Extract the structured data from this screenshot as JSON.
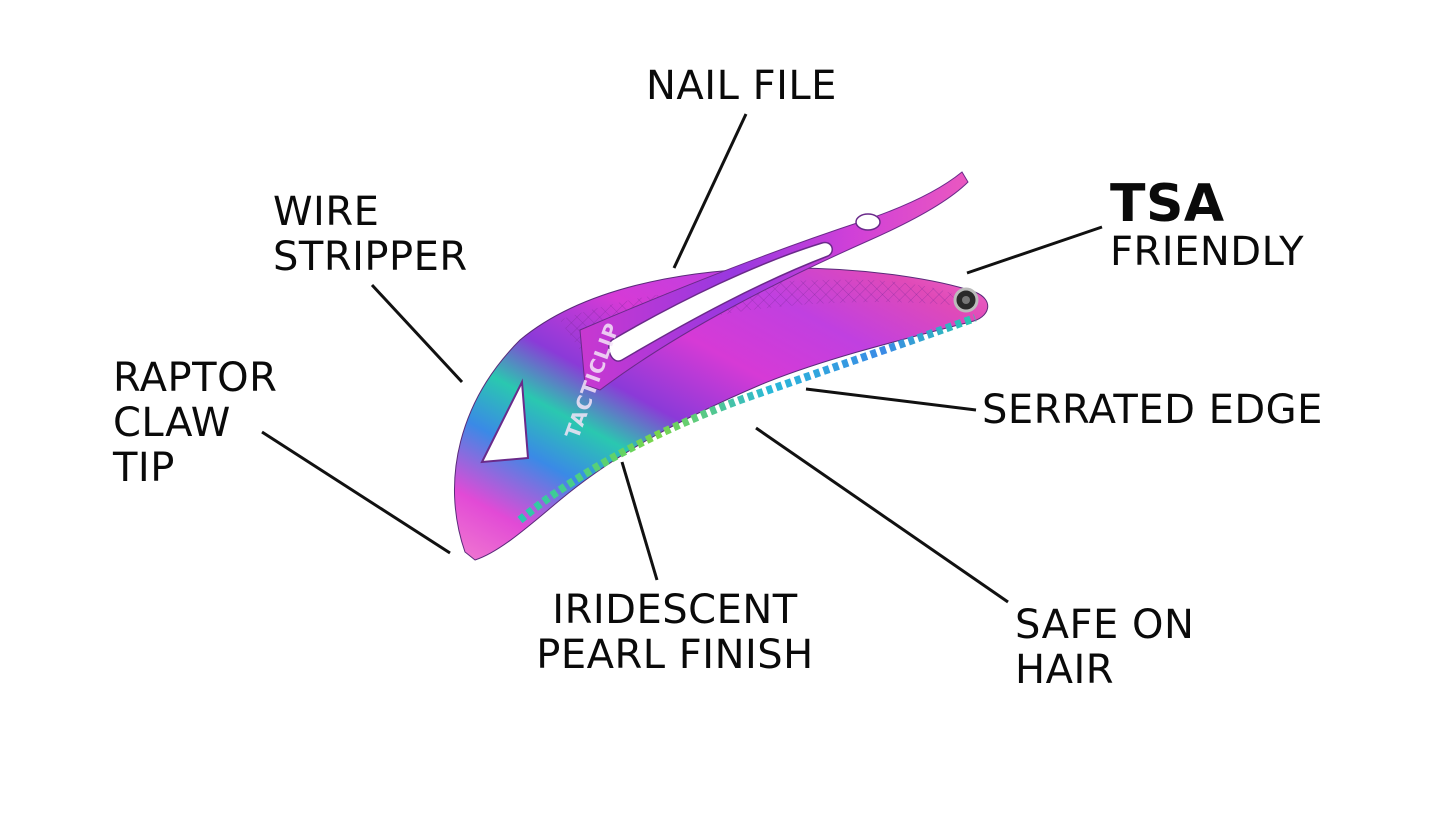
{
  "labels": {
    "nail_file": "NAIL FILE",
    "wire_stripper": [
      "WIRE",
      "STRIPPER"
    ],
    "raptor_claw_tip": [
      "RAPTOR",
      "CLAW",
      "TIP"
    ],
    "tsa_friendly": [
      "TSA",
      "FRIENDLY"
    ],
    "serrated_edge": "SERRATED EDGE",
    "iridescent_pearl_finish": [
      "IRIDESCENT",
      "PEARL FINISH"
    ],
    "safe_on_hair": [
      "SAFE ON",
      "HAIR"
    ]
  },
  "brand_text": "TACTICLIP",
  "colors": {
    "magenta": "#d63ad6",
    "purple": "#8b3ad8",
    "blue": "#3a8ae6",
    "teal": "#2ac8b0",
    "green": "#7ad64a",
    "pink": "#f07ad0",
    "line": "#111111",
    "text": "#0a0a0a"
  }
}
